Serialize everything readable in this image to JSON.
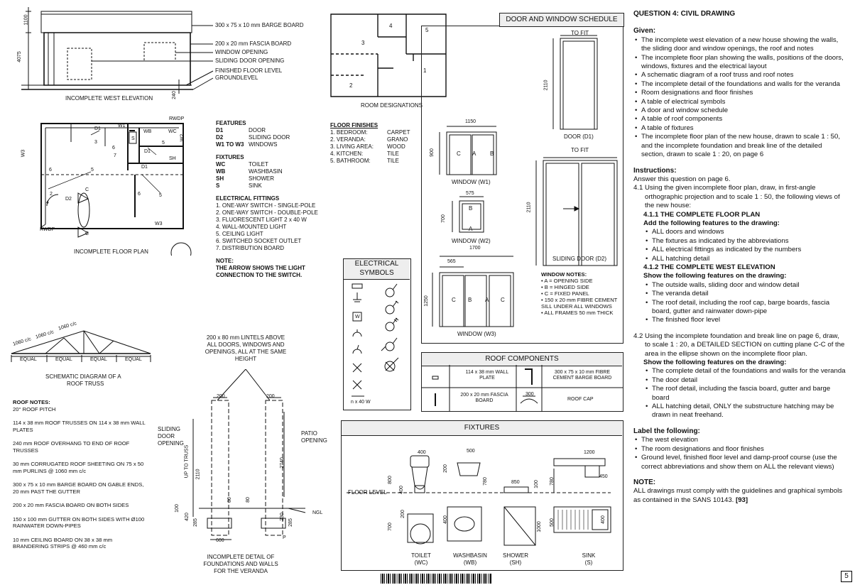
{
  "question": {
    "title": "QUESTION 4:  CIVIL DRAWING",
    "given_heading": "Given:",
    "given": [
      "The incomplete west elevation of a new house showing the walls, the sliding door and window openings, the roof and notes",
      "The incomplete floor plan showing the walls, positions of the doors, windows, fixtures and the electrical layout",
      "A schematic diagram of a roof truss and roof notes",
      "The incomplete detail of the foundations and walls for the veranda",
      "Room designations and floor finishes",
      "A table of electrical symbols",
      "A door and window schedule",
      "A table of roof components",
      "A table of fixtures",
      "The incomplete floor plan of the new house, drawn to scale 1 : 50, and the incomplete foundation and break line of the detailed section, drawn to scale 1 : 20, on page 6"
    ],
    "instructions_heading": "Instructions:",
    "instructions_intro": "Answer this question on page 6.",
    "q41_num": "4.1",
    "q41_text": "Using the given incomplete floor plan, draw, in first-angle orthographic projection and to scale 1 : 50, the following views of the new house:",
    "q411_title": "4.1.1 THE COMPLETE FLOOR PLAN",
    "q411_sub": "Add the following features to the drawing:",
    "q411_items": [
      "ALL doors and windows",
      "The fixtures as indicated by the abbreviations",
      "ALL electrical fittings as indicated by the numbers",
      "ALL hatching detail"
    ],
    "q412_title": "4.1.2 THE COMPLETE WEST ELEVATION",
    "q412_sub": "Show the following features on the drawing:",
    "q412_items": [
      "The outside walls, sliding door and window detail",
      "The veranda detail",
      "The roof detail, including the roof cap, barge boards, fascia board, gutter and rainwater down-pipe",
      "The finished floor level"
    ],
    "q42_num": "4.2",
    "q42_text": "Using the incomplete foundation and break line on page 6, draw, to scale 1 : 20, a DETAILED SECTION on cutting plane C-C of the area in the ellipse shown on the incomplete floor plan.",
    "q42_sub": "Show the following features on the drawing:",
    "q42_items": [
      "The complete detail of the foundations and walls for the veranda",
      "The door detail",
      "The roof detail, including the fascia board, gutter and barge board",
      "ALL hatching detail, ONLY the substructure hatching may be drawn in neat freehand."
    ],
    "label_heading": "Label the following:",
    "label_items": [
      "The west elevation",
      "The room designations and floor finishes",
      "Ground level, finished floor level and damp-proof course (use the correct abbreviations and show them on ALL the relevant views)"
    ],
    "note_heading": "NOTE:",
    "note_text": "ALL drawings must comply with the guidelines and graphical symbols as contained in the SANS 10143.",
    "marks": "[93]",
    "page": "5"
  },
  "elevation": {
    "caption": "INCOMPLETE WEST ELEVATION",
    "dim_top": "1100",
    "dim_height": "4075",
    "dim_bottom": "240",
    "labels": [
      "300 x 75 x 10 mm BARGE BOARD",
      "200 x 20 mm FASCIA BOARD",
      "WINDOW OPENING",
      "SLIDING DOOR OPENING",
      "FINISHED FLOOR LEVEL",
      "GROUNDLEVEL"
    ]
  },
  "rooms": {
    "caption": "ROOM DESIGNATIONS",
    "numbers": [
      "1",
      "2",
      "3",
      "4",
      "5"
    ]
  },
  "floor_plan": {
    "caption": "INCOMPLETE FLOOR PLAN",
    "labels": {
      "rwdp_top": "RWDP",
      "rwdp_bottom": "RWDP",
      "d1a": "D1",
      "w1": "W1",
      "wb": "WB",
      "wc": "WC",
      "w2": "W2",
      "w3l": "W3",
      "w3b": "W3",
      "d1b": "D1",
      "d1c": "D1",
      "sh": "SH",
      "s": "S",
      "d2": "D2",
      "c1": "C",
      "c2": "C",
      "n3": "3",
      "n6a": "6",
      "n7": "7",
      "n5a": "5",
      "n6b": "6",
      "n5b": "5",
      "n2": "2",
      "n4": "4",
      "n6c": "6",
      "n5c": "5"
    }
  },
  "features": {
    "heading": "FEATURES",
    "rows": [
      [
        "D1",
        "DOOR"
      ],
      [
        "D2",
        "SLIDING DOOR"
      ],
      [
        "W1 TO W3",
        "WINDOWS"
      ]
    ],
    "fixtures_heading": "FIXTURES",
    "fixtures": [
      [
        "WC",
        "TOILET"
      ],
      [
        "WB",
        "WASHBASIN"
      ],
      [
        "SH",
        "SHOWER"
      ],
      [
        "S",
        "SINK"
      ]
    ],
    "electrical_heading": "ELECTRICAL FITTINGS",
    "electrical": [
      "1. ONE-WAY SWITCH - SINGLE-POLE",
      "2. ONE-WAY SWITCH - DOUBLE-POLE",
      "3. FLUORESCENT LIGHT 2 x 40 W",
      "4. WALL-MOUNTED LIGHT",
      "5. CEILING LIGHT",
      "6. SWITCHED SOCKET OUTLET",
      "7. DISTRIBUTION BOARD"
    ],
    "note_heading": "NOTE:",
    "note": "THE ARROW SHOWS THE LIGHT CONNECTION TO THE SWITCH."
  },
  "floor_finishes": {
    "heading": "FLOOR FINISHES",
    "rows": [
      [
        "1. BEDROOM:",
        "CARPET"
      ],
      [
        "2. VERANDA:",
        "GRANO"
      ],
      [
        "3. LIVING AREA:",
        "WOOD"
      ],
      [
        "4. KITCHEN:",
        "TILE"
      ],
      [
        "5. BATHROOM:",
        "TILE"
      ]
    ]
  },
  "schedule": {
    "title": "DOOR AND WINDOW SCHEDULE",
    "to_fit_1": "TO FIT",
    "to_fit_2": "TO FIT",
    "d1_h": "2110",
    "d1_caption": "DOOR (D1)",
    "d2_h": "2110",
    "d2_caption": "SLIDING DOOR (D2)",
    "w1_w": "1150",
    "w1_h": "900",
    "w1_caption": "WINDOW (W1)",
    "w1_letters": [
      "C",
      "A",
      "B"
    ],
    "w2_w": "575",
    "w2_h": "700",
    "w2_caption": "WINDOW (W2)",
    "w2_letters": [
      "B",
      "A"
    ],
    "w3_w": "1700",
    "w3_sub": "565",
    "w3_h": "1250",
    "w3_caption": "WINDOW (W3)",
    "w3_letters": [
      "C",
      "B",
      "A",
      "C"
    ],
    "notes_heading": "WINDOW NOTES:",
    "notes": [
      "A = OPENING SIDE",
      "B = HINGED SIDE",
      "C = FIXED PANEL",
      "150 x 20 mm FIBRE CEMENT SILL UNDER ALL WINDOWS",
      "ALL FRAMES 50 mm THICK"
    ]
  },
  "electrical_symbols": {
    "title_1": "ELECTRICAL",
    "title_2": "SYMBOLS",
    "w_label": "W",
    "footer": "n x 40 W"
  },
  "roof_components": {
    "title": "ROOF COMPONENTS",
    "c1": "114 x 38 mm WALL PLATE",
    "c2": "300 x 75 x 10 mm FIBRE CEMENT BARGE BOARD",
    "c3": "200 x 20 mm FASCIA BOARD",
    "c4_dim": "300",
    "c4": "ROOF CAP"
  },
  "truss": {
    "caption_1": "SCHEMATIC DIAGRAM OF A",
    "caption_2": "ROOF TRUSS",
    "spacing": [
      "1060 c/c",
      "1060 c/c",
      "1060 c/c"
    ],
    "equal": [
      "EQUAL",
      "EQUAL",
      "EQUAL",
      "EQUAL"
    ]
  },
  "roof_notes": {
    "heading": "ROOF NOTES:",
    "items": [
      "20° ROOF PITCH",
      "114 x 38 mm ROOF TRUSSES ON 114 x 38 mm WALL PLATES",
      "240 mm ROOF OVERHANG TO END OF ROOF TRUSSES",
      "30 mm CORRUGATED ROOF  SHEETING ON 75 x 50 mm PURLINS @ 1060 mm c/c",
      "300 x 75 x 10 mm BARGE BOARD ON GABLE ENDS, 20 mm PAST THE GUTTER",
      "200 x 20 mm FASCIA BOARD ON BOTH SIDES",
      "150 x 100 mm GUTTER ON BOTH SIDES WITH Ø100 RAINWATER DOWN-PIPES",
      "10 mm CEILING BOARD ON 38 x 38 mm BRANDERING STRIPS  @ 460 mm c/c"
    ]
  },
  "foundation": {
    "lintel_note": "200 x 80 mm LINTELS ABOVE ALL DOORS, WINDOWS AND OPENINGS, ALL AT THE SAME HEIGHT",
    "sliding": "SLIDING DOOR OPENING",
    "patio": "PATIO OPENING",
    "up_to_truss": "UP TO TRUSS",
    "dim_200a": "200",
    "dim_200b": "200",
    "dim_2110": "2110",
    "dim_2740": "2740",
    "dim_80a": "80",
    "dim_80b": "80",
    "dim_100": "100",
    "dim_420": "420",
    "dim_285": "285",
    "dim_230": "230",
    "dim_285b": "285",
    "dim_600": "600",
    "ngl": "NGL",
    "p": "P",
    "caption": "INCOMPLETE DETAIL OF FOUNDATIONS AND WALLS FOR THE VERANDA"
  },
  "fixtures_table": {
    "title": "FIXTURES",
    "floor_level": "FLOOR LEVEL",
    "dims": {
      "wc_400": "400",
      "wc_800": "800",
      "wc_400b": "400",
      "wb_500": "500",
      "wb_200": "200",
      "wb_780": "780",
      "sh_850": "850",
      "sh_100": "100",
      "s_1200": "1200",
      "s_780": "780",
      "s_450": "450",
      "wc_700": "700",
      "wc_200": "200",
      "wb_400": "400",
      "sh_1000": "1000",
      "s_500": "500",
      "s_400": "400"
    },
    "toilet": "TOILET",
    "toilet_abbr": "(WC)",
    "washbasin": "WASHBASIN",
    "washbasin_abbr": "(WB)",
    "shower": "SHOWER",
    "shower_abbr": "(SH)",
    "sink": "SINK",
    "sink_abbr": "(S)"
  }
}
